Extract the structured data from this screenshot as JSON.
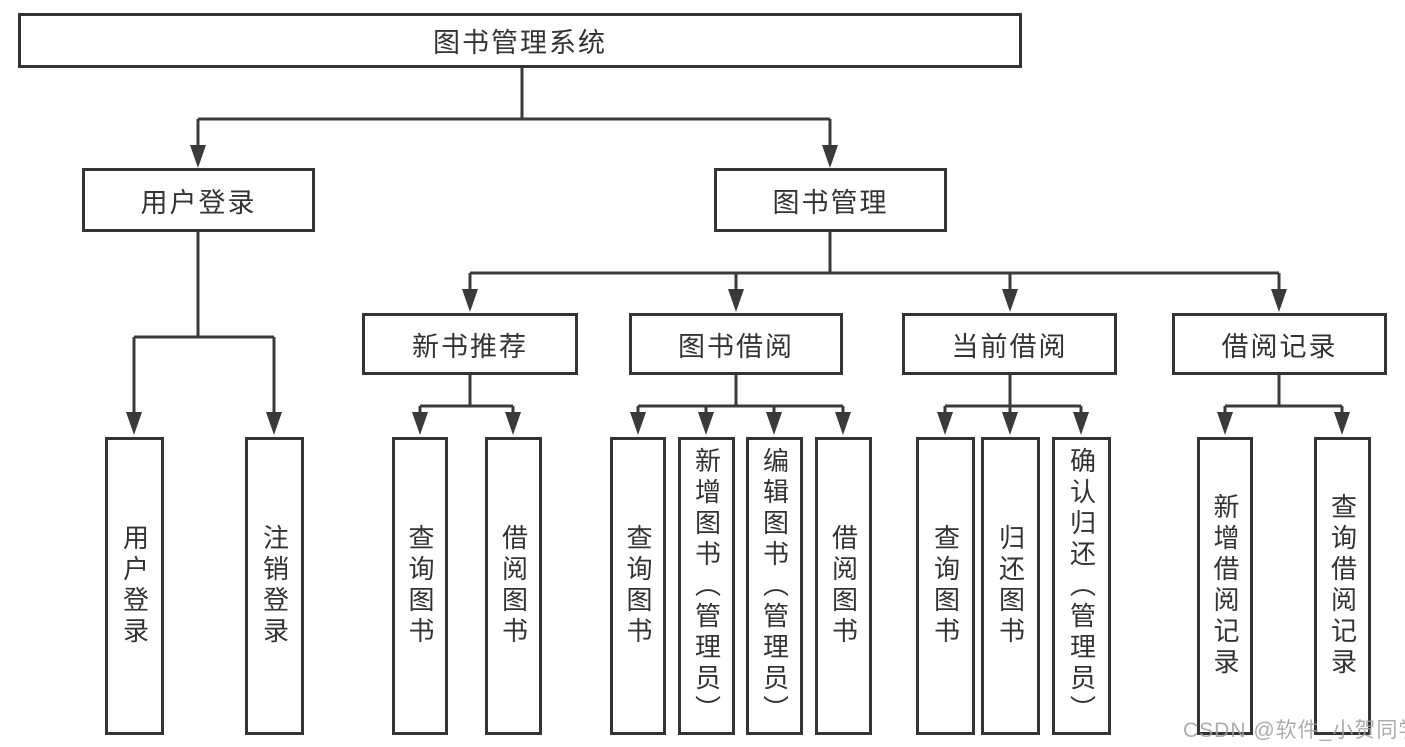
{
  "nodes": {
    "root": "图书管理系统",
    "level2": {
      "user_login": "用户登录",
      "book_mgmt": "图书管理"
    },
    "level3": {
      "new_books": "新书推荐",
      "book_borrow": "图书借阅",
      "current_borrow": "当前借阅",
      "borrow_records": "借阅记录"
    },
    "leaves": {
      "user_login": [
        "用户登录",
        "注销登录"
      ],
      "new_books": [
        "查询图书",
        "借阅图书"
      ],
      "book_borrow": [
        "查询图书",
        "新增图书（管理员）",
        "编辑图书（管理员）",
        "借阅图书"
      ],
      "current_borrow": [
        "查询图书",
        "归还图书",
        "确认归还（管理员）"
      ],
      "borrow_records": [
        "新增借阅记录",
        "查询借阅记录"
      ]
    }
  },
  "watermark": "CSDN @软件_小贺同学",
  "colors": {
    "line": "#3a3a3a",
    "border": "#343434",
    "text": "#333333",
    "watermark": "#a1a1a1",
    "background": "#ffffff"
  }
}
